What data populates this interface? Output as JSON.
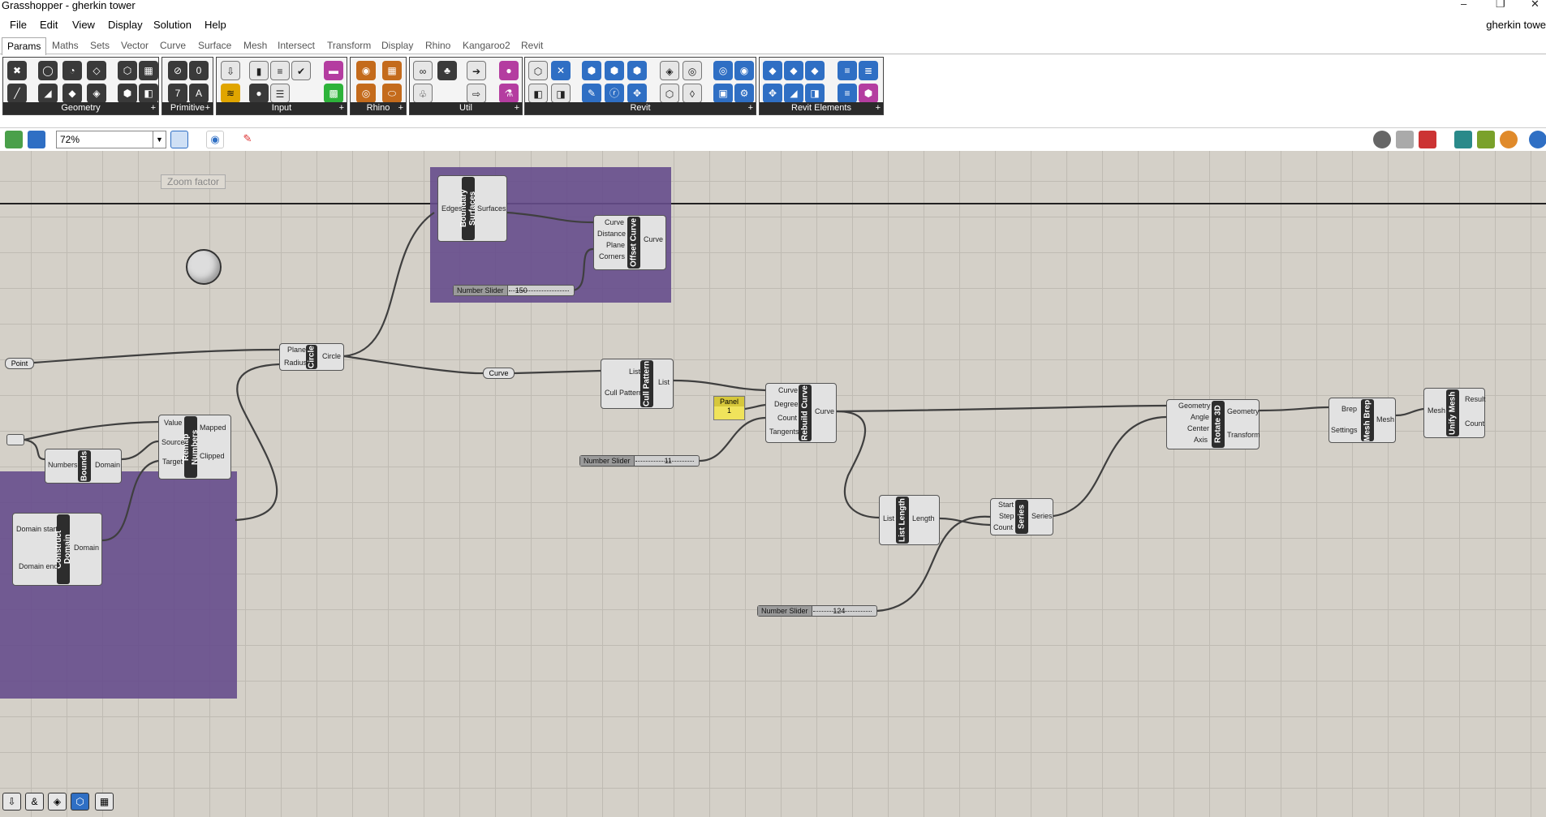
{
  "window": {
    "title": "Grasshopper - gherkin tower",
    "controls": [
      "–",
      "❐",
      "✕"
    ]
  },
  "menu": {
    "items": [
      "File",
      "Edit",
      "View",
      "Display",
      "Solution",
      "Help"
    ],
    "document_name": "gherkin towe"
  },
  "tabs": [
    "Params",
    "Maths",
    "Sets",
    "Vector",
    "Curve",
    "Surface",
    "Mesh",
    "Intersect",
    "Transform",
    "Display",
    "Rhino",
    "Kangaroo2",
    "Revit"
  ],
  "active_tab": "Params",
  "ribbon_groups": [
    "Geometry",
    "Primitive",
    "Input",
    "Rhino",
    "Util",
    "Revit",
    "Revit Elements"
  ],
  "canvas_toolbar": {
    "zoom": "72%"
  },
  "canvas": {
    "zoom_tooltip": "Zoom factor"
  },
  "components": {
    "boundary_surfaces": {
      "name": "Boundary Surfaces",
      "inputs": [
        "Edges"
      ],
      "outputs": [
        "Surfaces"
      ]
    },
    "offset_curve": {
      "name": "Offset Curve",
      "inputs": [
        "Curve",
        "Distance",
        "Plane",
        "Corners"
      ],
      "outputs": [
        "Curve"
      ]
    },
    "circle": {
      "name": "Circle",
      "inputs": [
        "Plane",
        "Radius"
      ],
      "outputs": [
        "Circle"
      ]
    },
    "cull_pattern": {
      "name": "Cull Pattern",
      "inputs": [
        "List",
        "Cull Pattern"
      ],
      "outputs": [
        "List"
      ]
    },
    "rebuild_curve": {
      "name": "Rebuild Curve",
      "inputs": [
        "Curve",
        "Degree",
        "Count",
        "Tangents"
      ],
      "outputs": [
        "Curve"
      ]
    },
    "rotate_3d": {
      "name": "Rotate 3D",
      "inputs": [
        "Geometry",
        "Angle",
        "Center",
        "Axis"
      ],
      "outputs": [
        "Geometry",
        "Transform"
      ]
    },
    "mesh_brep": {
      "name": "Mesh Brep",
      "inputs": [
        "Brep",
        "Settings"
      ],
      "outputs": [
        "Mesh"
      ]
    },
    "unify_mesh": {
      "name": "Unify Mesh",
      "inputs": [
        "Mesh"
      ],
      "outputs": [
        "Result",
        "Count"
      ]
    },
    "list_length": {
      "name": "List Length",
      "inputs": [
        "List"
      ],
      "outputs": [
        "Length"
      ]
    },
    "series": {
      "name": "Series",
      "inputs": [
        "Start",
        "Step",
        "Count"
      ],
      "outputs": [
        "Series"
      ]
    },
    "remap_numbers": {
      "name": "Remap Numbers",
      "inputs": [
        "Value",
        "Source",
        "Target"
      ],
      "outputs": [
        "Mapped",
        "Clipped"
      ]
    },
    "bounds": {
      "name": "Bounds",
      "inputs": [
        "Numbers"
      ],
      "outputs": [
        "Domain"
      ]
    },
    "construct_domain": {
      "name": "Construct Domain",
      "inputs": [
        "Domain start",
        "Domain end"
      ],
      "outputs": [
        "Domain"
      ]
    }
  },
  "params": {
    "point": "Point",
    "curve": "Curve"
  },
  "sliders": [
    {
      "label": "Number Slider",
      "value": "150",
      "value_fraction": 0.1
    },
    {
      "label": "Number Slider",
      "value": "11",
      "value_fraction": 0.6
    },
    {
      "label": "Number Slider",
      "value": "124",
      "value_fraction": 0.4
    }
  ],
  "panel": {
    "title": "Panel",
    "content": "1"
  },
  "bottom_tools": [
    "⇩",
    "&",
    "◈",
    "⬡",
    "▦"
  ]
}
